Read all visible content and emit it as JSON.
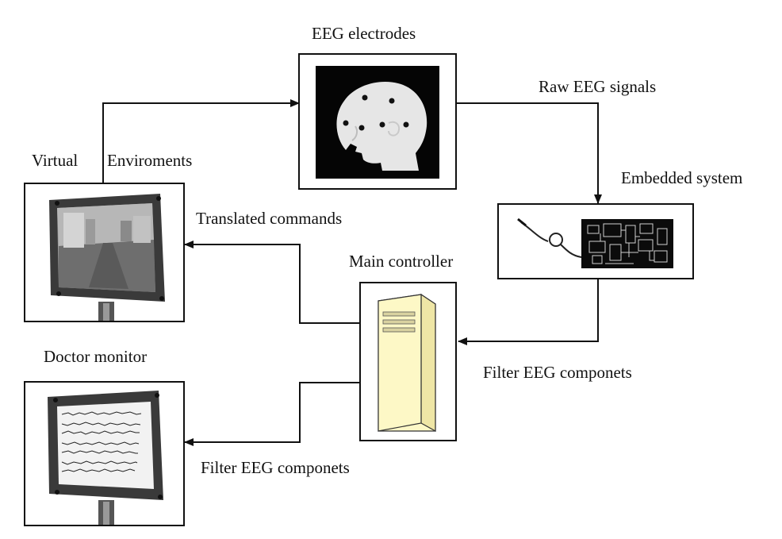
{
  "labels": {
    "eeg_electrodes": "EEG electrodes",
    "raw_eeg_signals": "Raw EEG signals",
    "embedded_system": "Embedded system",
    "virtual": "Virtual",
    "enviroments": "Enviroments",
    "translated_commands": "Translated commands",
    "main_controller": "Main controller",
    "doctor_monitor": "Doctor monitor",
    "filter_eeg_components_right": "Filter EEG componets",
    "filter_eeg_components_bottom": "Filter EEG componets"
  },
  "colors": {
    "line": "#111111",
    "controller_fill": "#fdf8c6",
    "photo_dark": "#050505",
    "head_fill": "#e9e9e9",
    "monitor_frame": "#3a3a3a",
    "screen_scene": "#8a8a8a"
  }
}
